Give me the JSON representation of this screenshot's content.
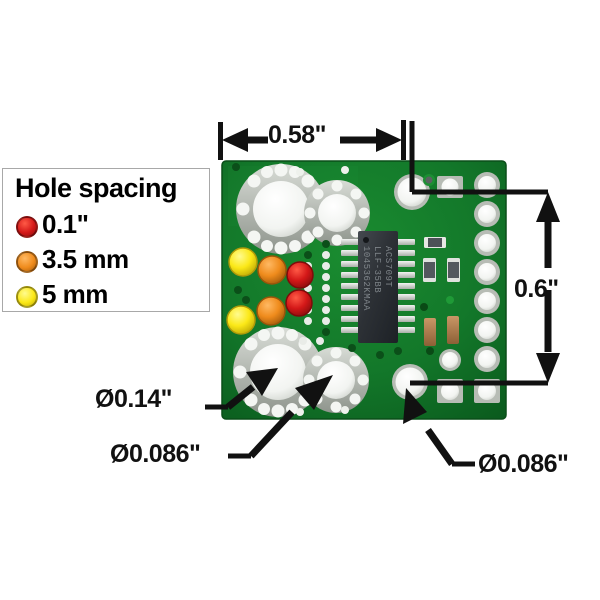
{
  "image": {
    "subject": "Pololu ACS709 current sensor carrier PCB with dimension callouts",
    "background_color": "#ffffff"
  },
  "legend": {
    "title": "Hole spacing",
    "box_border_color": "#a8a8a8",
    "items": [
      {
        "id": "hole-spacing-0p1in",
        "label": "0.1\"",
        "color": "#d41818",
        "icon": "red-dot-icon"
      },
      {
        "id": "hole-spacing-3p5mm",
        "label": "3.5 mm",
        "color": "#ef8b1c",
        "icon": "orange-dot-icon"
      },
      {
        "id": "hole-spacing-5mm",
        "label": "5 mm",
        "color": "#fbe817",
        "icon": "yellow-dot-icon"
      }
    ]
  },
  "dimensions": {
    "top": {
      "label": "0.58\"",
      "orientation": "horizontal",
      "style": "double-arrow"
    },
    "right": {
      "label": "0.6\"",
      "orientation": "vertical",
      "style": "double-arrow"
    }
  },
  "callouts": [
    {
      "id": "hole-dia-0p14",
      "label": "Ø0.14\"",
      "target": "large-bottom-left-pad"
    },
    {
      "id": "hole-dia-0p086-left",
      "label": "Ø0.086\"",
      "target": "small-bottom-right-pad"
    },
    {
      "id": "hole-dia-0p086-right",
      "label": "Ø0.086\"",
      "target": "bottom-mounting-hole"
    }
  ],
  "board": {
    "name": "acs709-current-sensor-carrier",
    "pcb_color": "#127a28",
    "pcb_color_dark": "#0b5c1d",
    "silkscreen_color": "#e8e8e8",
    "pad_color": "#b9bdb8",
    "ic": {
      "name": "acs709-ic",
      "body_color": "#2f3338",
      "marking_line_1": "ACS709T",
      "marking_line_2": "LLF-35BB",
      "marking_line_3": "1045362KMAA"
    },
    "hole_markers": {
      "row_top": [
        "#fbe817",
        "#ef8b1c",
        "#d41818"
      ],
      "row_bottom": [
        "#fbe817",
        "#ef8b1c",
        "#d41818"
      ]
    },
    "counts": {
      "right_header_holes": 9,
      "large_power_pads": 4,
      "mounting_holes": 2
    }
  }
}
